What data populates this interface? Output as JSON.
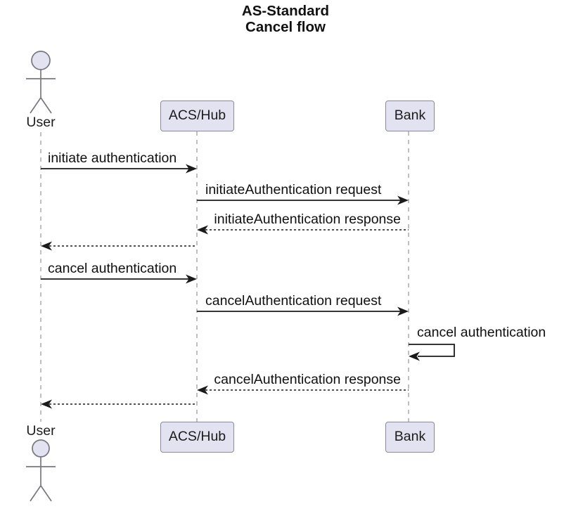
{
  "title": {
    "line1": "AS-Standard",
    "line2": "Cancel flow"
  },
  "participants": {
    "user": {
      "label": "User",
      "type": "actor"
    },
    "acshub": {
      "label": "ACS/Hub",
      "type": "participant"
    },
    "bank": {
      "label": "Bank",
      "type": "participant"
    }
  },
  "messages": [
    {
      "from": "User",
      "to": "ACS/Hub",
      "label": "initiate authentication",
      "line": "solid"
    },
    {
      "from": "ACS/Hub",
      "to": "Bank",
      "label": "initiateAuthentication request",
      "line": "solid"
    },
    {
      "from": "Bank",
      "to": "ACS/Hub",
      "label": "initiateAuthentication response",
      "line": "dashed"
    },
    {
      "from": "ACS/Hub",
      "to": "User",
      "label": "",
      "line": "dashed"
    },
    {
      "from": "User",
      "to": "ACS/Hub",
      "label": "cancel authentication",
      "line": "solid"
    },
    {
      "from": "ACS/Hub",
      "to": "Bank",
      "label": "cancelAuthentication request",
      "line": "solid"
    },
    {
      "from": "Bank",
      "to": "Bank",
      "label": "cancel authentication",
      "line": "self"
    },
    {
      "from": "Bank",
      "to": "ACS/Hub",
      "label": "cancelAuthentication response",
      "line": "dashed"
    },
    {
      "from": "ACS/Hub",
      "to": "User",
      "label": "",
      "line": "dashed"
    }
  ],
  "colors": {
    "participant_fill": "#E2E2F0",
    "participant_border": "#8a8a9b",
    "lifeline": "#A5A5A5",
    "arrow": "#1a1a1a",
    "actor_stroke": "#77777f",
    "text": "#101010",
    "background": "#ffffff"
  }
}
